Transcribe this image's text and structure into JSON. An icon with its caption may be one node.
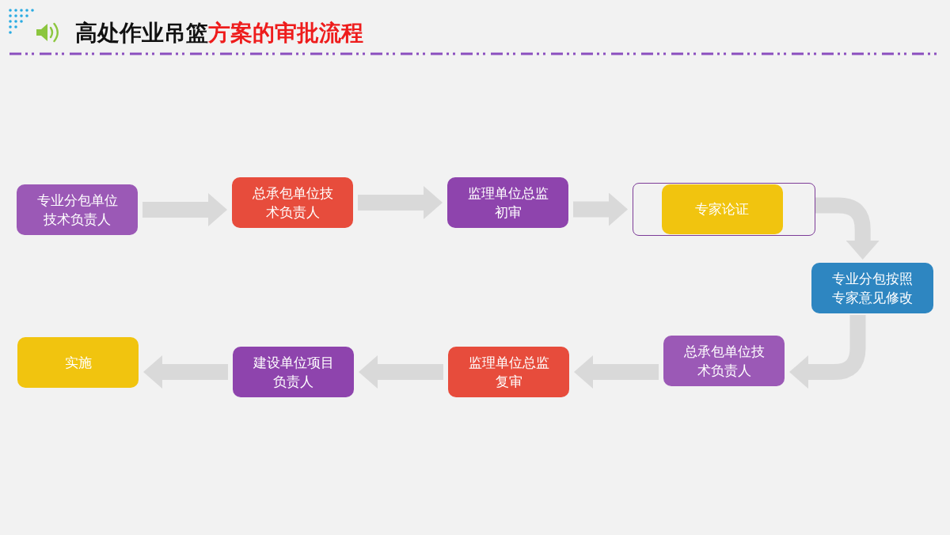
{
  "diagram": {
    "title": "高处作业吊篮**方案的审批流程**",
    "nodes": [
      {
        "text": [
          "专业分包单位技术负责人"
        ]
      },
      {
        "text": [
          "总承包单位技术负责人"
        ]
      },
      {
        "text": [
          "监理单位总监初审"
        ]
      },
      {
        "text": [],
        "shape": "box"
      },
      {
        "text": [
          "专家论证"
        ],
        "in": 3
      },
      {
        "text": [
          "专业分包按照专家意见修改"
        ]
      },
      {
        "text": [
          "总承包单位技术负责人"
        ]
      },
      {
        "text": [
          "监理单位总监复审"
        ]
      },
      {
        "text": [
          "建设单位项目负责人"
        ]
      },
      {
        "text": [
          "实施"
        ]
      }
    ],
    "edges": [
      {
        "from": 0,
        "to": 1,
        "arrow": "to"
      },
      {
        "from": 1,
        "to": 2,
        "arrow": "to"
      },
      {
        "from": 2,
        "to": 3,
        "arrow": "to"
      },
      {
        "from": 3,
        "to": 5,
        "arrow": "to"
      },
      {
        "from": 5,
        "to": 6,
        "arrow": "to"
      },
      {
        "from": 6,
        "to": 7,
        "arrow": "to"
      },
      {
        "from": 7,
        "to": 8,
        "arrow": "to"
      },
      {
        "from": 8,
        "to": 9,
        "arrow": "to"
      }
    ]
  }
}
